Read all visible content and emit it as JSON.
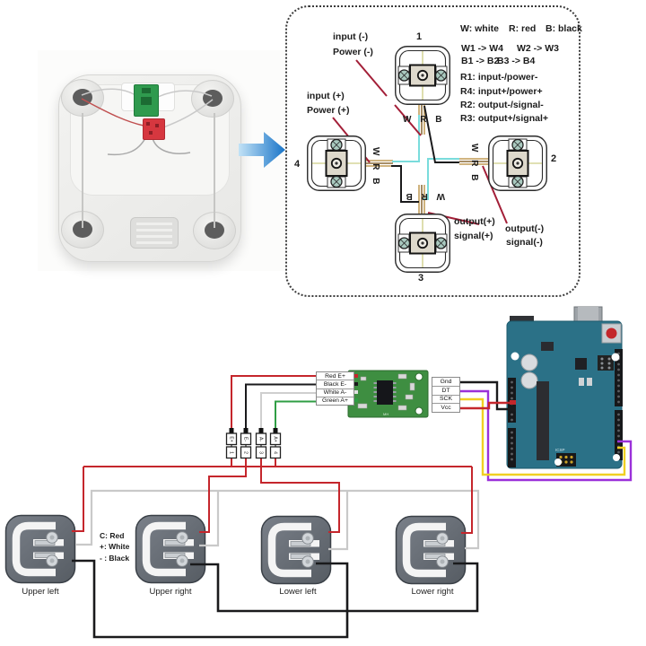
{
  "diagram": {
    "cell_numbers": [
      "1",
      "2",
      "3",
      "4"
    ],
    "wrb": "W R B",
    "pointers": {
      "input_minus_l1": "input (-)",
      "input_minus_l2": "Power (-)",
      "input_plus_l1": "input (+)",
      "input_plus_l2": "Power (+)",
      "output_plus_l1": "output(+)",
      "output_plus_l2": "signal(+)",
      "output_minus_l1": "output(-)",
      "output_minus_l2": "signal(-)"
    },
    "legend": {
      "w": "W: white",
      "r": "R: red",
      "b": "B: black",
      "w_pair1": "W1 -> W4",
      "w_pair2": "W2 -> W3",
      "b_pair1": "B1 -> B2",
      "b_pair2": "B3 -> B4",
      "r1": "R1: input-/power-",
      "r4": "R4: input+/power+",
      "r2": "R2: output-/signal-",
      "r3": "R3: output+/signal+"
    }
  },
  "hx711": {
    "left_pins": [
      "Red E+",
      "Black E-",
      "White A-",
      "Green A+"
    ],
    "right_pins": [
      "Gnd",
      "DT",
      "SCK",
      "Vcc"
    ],
    "board_label": "MH"
  },
  "terminals": {
    "top": [
      "E+",
      "E-",
      "A-",
      "A+"
    ],
    "bottom": [
      "1",
      "2",
      "3",
      "4"
    ]
  },
  "load_cells": {
    "labels": [
      "Upper left",
      "Upper right",
      "Lower left",
      "Lower right"
    ],
    "legend": [
      "C: Red",
      "+: White",
      "- : Black"
    ]
  },
  "arduino": {
    "icsp": "ICSP"
  },
  "colors": {
    "wire_red": "#c5262c",
    "wire_black": "#1a1a1c",
    "wire_white": "#c9c9c9",
    "wire_green": "#2f9e44",
    "wire_purple": "#9b30d9",
    "wire_yellow": "#f0d022",
    "wire_cyan": "#7adcdc",
    "pointer_red": "#a31f38",
    "hx711_green": "#3e8e41",
    "arduino_teal": "#2b7187"
  }
}
